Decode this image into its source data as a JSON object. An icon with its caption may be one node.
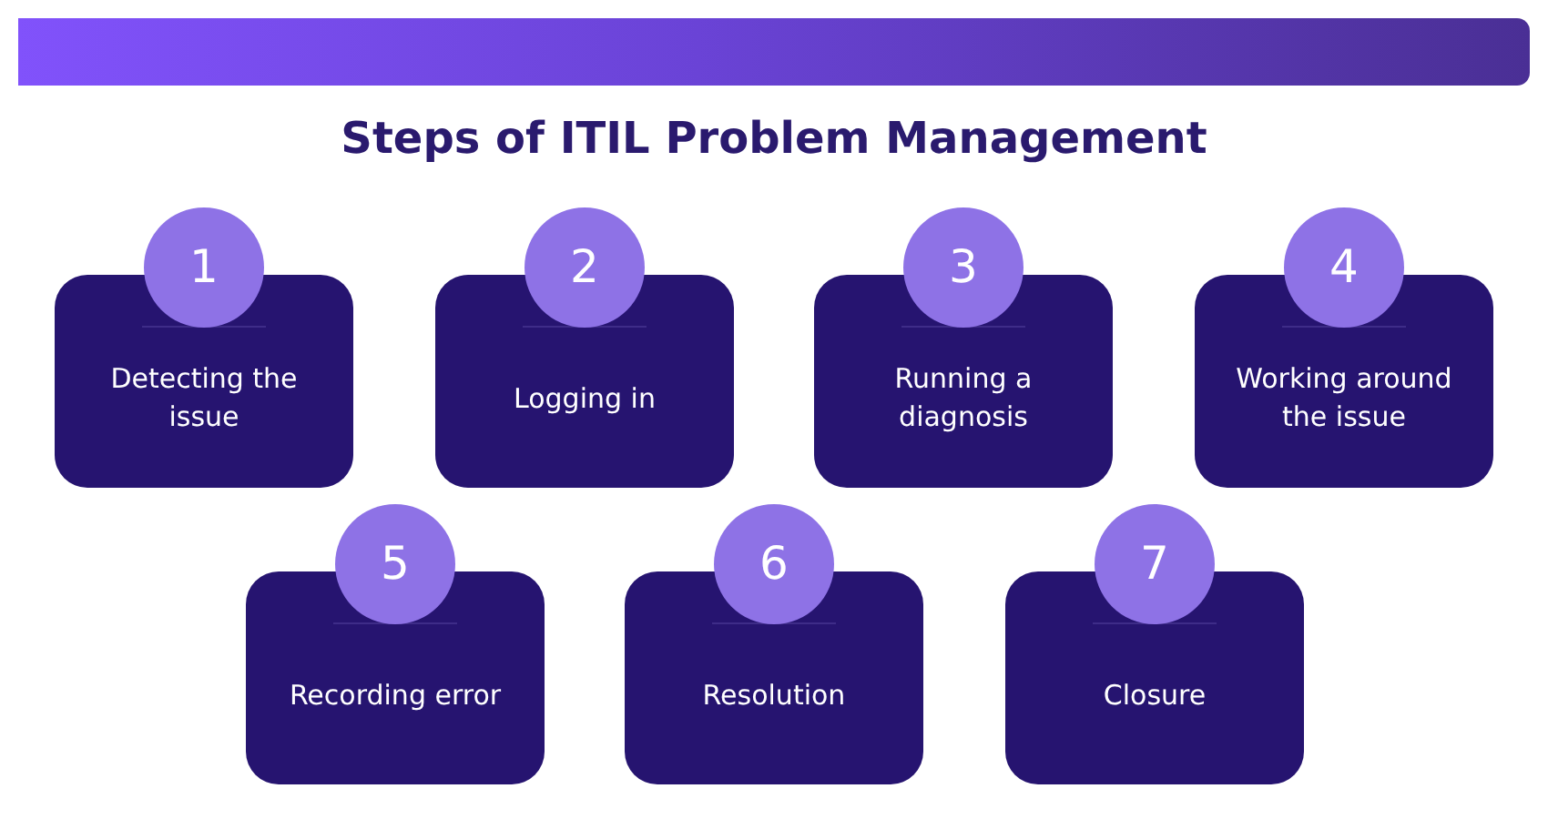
{
  "diagram": {
    "title": "Steps of ITIL Problem Management",
    "nodes": [
      {
        "text": [
          "1",
          "Detecting the issue"
        ]
      },
      {
        "text": [
          "2",
          "Logging in"
        ]
      },
      {
        "text": [
          "3",
          "Running a diagnosis"
        ]
      },
      {
        "text": [
          "4",
          "Working around the issue"
        ]
      },
      {
        "text": [
          "5",
          "Recording error"
        ]
      },
      {
        "text": [
          "6",
          "Resolution"
        ]
      },
      {
        "text": [
          "7",
          "Closure"
        ]
      }
    ]
  }
}
